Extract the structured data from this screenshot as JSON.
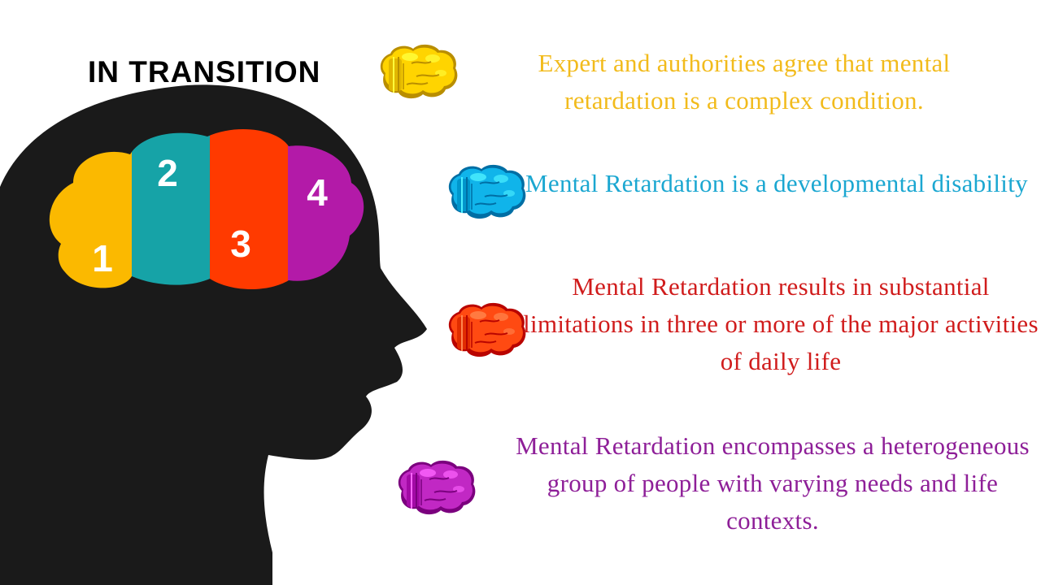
{
  "title": "IN TRANSITION",
  "segments": [
    {
      "number": "1",
      "color": "#fbb900"
    },
    {
      "number": "2",
      "color": "#16a3a7"
    },
    {
      "number": "3",
      "color": "#ff3a00"
    },
    {
      "number": "4",
      "color": "#b31aa8"
    }
  ],
  "points": [
    {
      "text": "Expert and authorities agree that mental retardation is a complex condition.",
      "color": "#f2bb1c",
      "icon": "brain-icon-yellow"
    },
    {
      "text": "Mental Retardation is a developmental disability",
      "color": "#1ba7d1",
      "icon": "brain-icon-blue"
    },
    {
      "text": "Mental Retardation results in substantial limitations in three or more of the major activities of daily life",
      "color": "#d01c1c",
      "icon": "brain-icon-red"
    },
    {
      "text": "Mental Retardation encompasses a heterogeneous group of people with varying needs and life contexts.",
      "color": "#8e1f98",
      "icon": "brain-icon-purple"
    }
  ],
  "colors": {
    "head": "#1a1a1a",
    "brain_yellow": "#ffd400",
    "brain_blue": "#10b4ea",
    "brain_red": "#ff4a12",
    "brain_purple": "#c128c4"
  }
}
